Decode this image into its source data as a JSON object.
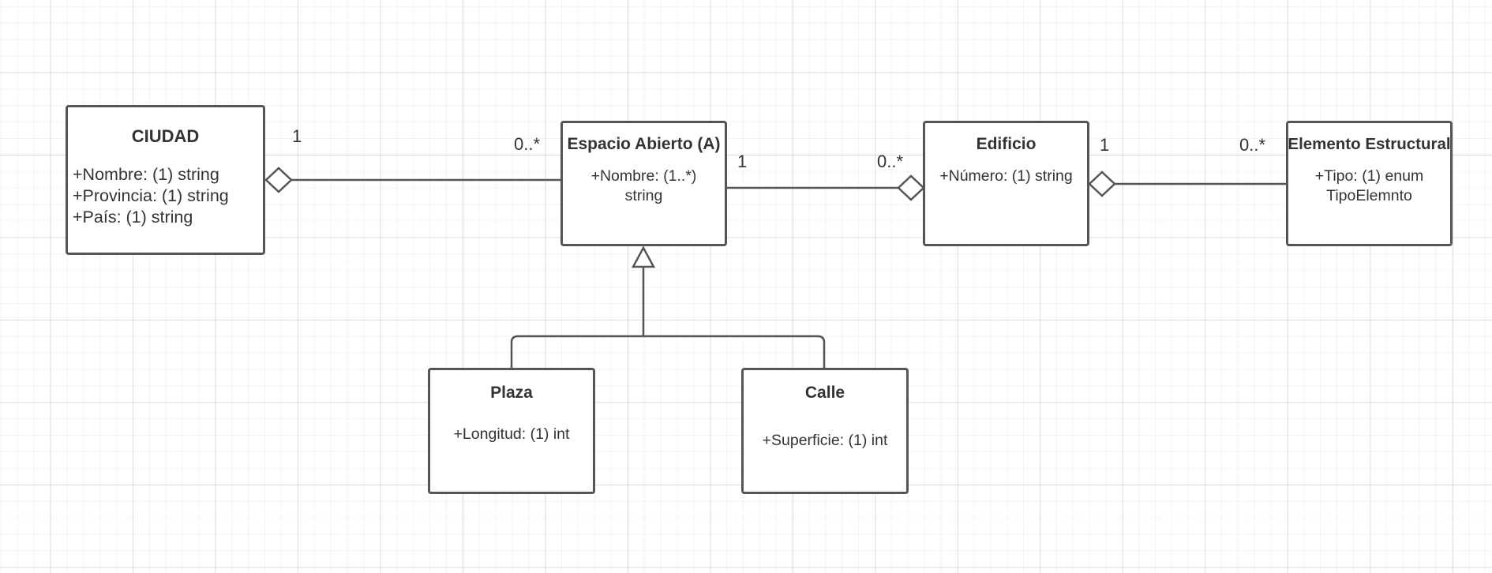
{
  "classes": {
    "ciudad": {
      "name": "CIUDAD",
      "attributes": [
        "+Nombre: (1) string",
        "+Provincia: (1) string",
        "+País: (1) string"
      ]
    },
    "espacio_abierto": {
      "name": "Espacio Abierto (A)",
      "attributes": [
        "+Nombre: (1..*)",
        "string"
      ]
    },
    "edificio": {
      "name": "Edificio",
      "attributes": [
        "+Número: (1) string"
      ]
    },
    "elemento_estructural": {
      "name": "Elemento Estructural",
      "attributes": [
        "+Tipo: (1) enum",
        "TipoElemnto"
      ]
    },
    "plaza": {
      "name": "Plaza",
      "attributes": [
        "+Longitud: (1) int"
      ]
    },
    "calle": {
      "name": "Calle",
      "attributes": [
        "+Superficie: (1) int"
      ]
    }
  },
  "relationships": {
    "ciudad_espacio": {
      "type": "aggregation",
      "whole": "CIUDAD",
      "part": "Espacio Abierto (A)",
      "whole_multiplicity": "1",
      "part_multiplicity": "0..*"
    },
    "espacio_edificio": {
      "type": "aggregation",
      "whole": "Edificio",
      "part": "Espacio Abierto (A)",
      "whole_multiplicity": "0..*",
      "part_multiplicity": "1"
    },
    "edificio_elemento": {
      "type": "aggregation",
      "whole": "Edificio",
      "part": "Elemento Estructural",
      "whole_multiplicity": "1",
      "part_multiplicity": "0..*"
    },
    "generalization": {
      "type": "inheritance",
      "parent": "Espacio Abierto (A)",
      "children": [
        "Plaza",
        "Calle"
      ]
    }
  },
  "colors": {
    "line": "#555555",
    "text": "#333333",
    "box_fill": "#ffffff"
  }
}
